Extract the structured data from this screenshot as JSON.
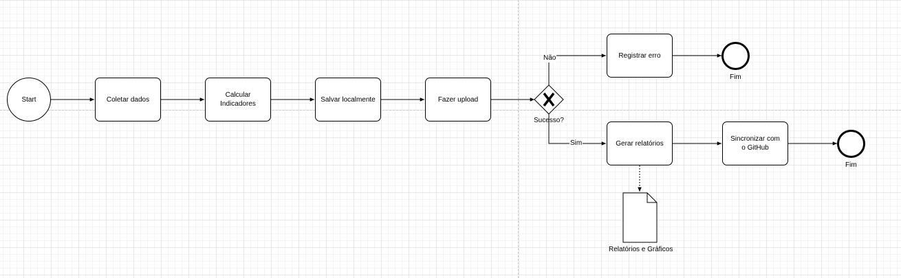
{
  "start_event": {
    "label": "Start"
  },
  "tasks": {
    "collect": "Coletar dados",
    "calculate": "Calcular Indicadores",
    "save": "Salvar localmente",
    "upload": "Fazer upload",
    "log_error": "Registrar erro",
    "reports": "Gerar relatórios",
    "sync": "Sincronizar com o GitHub"
  },
  "gateway": {
    "label": "Sucesso?",
    "no_label": "Não",
    "yes_label": "Sim"
  },
  "end_events": {
    "top": "Fim",
    "bottom": "Fim"
  },
  "artifact": {
    "label": "Relatórios e Gráficos"
  }
}
